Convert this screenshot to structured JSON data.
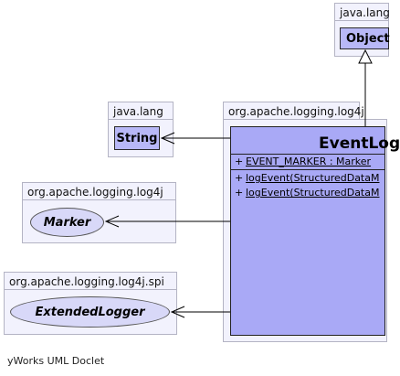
{
  "diagram": {
    "packages": {
      "java_lang_top": {
        "label": "java.lang",
        "class_name": "Object"
      },
      "java_lang_left": {
        "label": "java.lang",
        "class_name": "String"
      },
      "log4j_main": {
        "label": "org.apache.logging.log4j"
      },
      "log4j_marker": {
        "label": "org.apache.logging.log4j",
        "interface_name": "Marker"
      },
      "log4j_spi": {
        "label": "org.apache.logging.log4j.spi",
        "interface_name": "ExtendedLogger"
      }
    },
    "main_class": {
      "name": "EventLog",
      "fields": [
        {
          "visibility": "+",
          "text": "EVENT_MARKER : Marker"
        }
      ],
      "methods": [
        {
          "visibility": "+",
          "text": "logEvent(StructuredDataM"
        },
        {
          "visibility": "+",
          "text": "logEvent(StructuredDataM"
        }
      ]
    },
    "footer": "yWorks UML Doclet"
  }
}
